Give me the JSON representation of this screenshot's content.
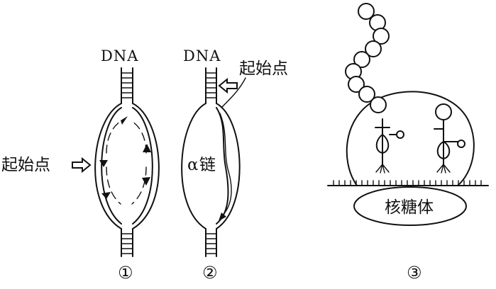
{
  "panel1": {
    "dna_label": "DNA",
    "origin_label": "起始点",
    "panel_number": "①"
  },
  "panel2": {
    "dna_label": "DNA",
    "origin_label": "起始点",
    "strand_label_greek": "α",
    "strand_label_cn": "链",
    "panel_number": "②"
  },
  "panel3": {
    "ribosome_label": "核糖体",
    "panel_number": "③"
  }
}
